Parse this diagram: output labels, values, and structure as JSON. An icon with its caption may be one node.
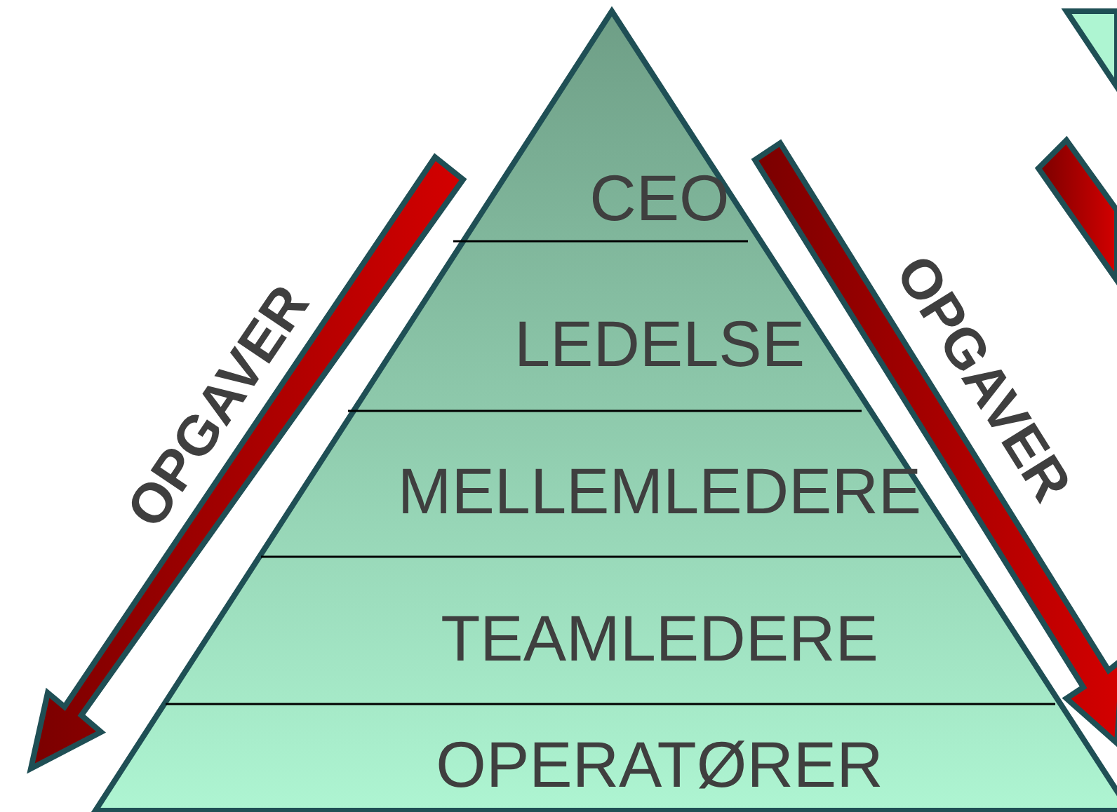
{
  "diagram": {
    "nodes": [
      {
        "text": [
          "CEO"
        ]
      },
      {
        "text": [
          "LEDELSE"
        ]
      },
      {
        "text": [
          "MELLEMLEDERE"
        ]
      },
      {
        "text": [
          "TEAMLEDERE"
        ]
      },
      {
        "text": [
          "OPERATØRER"
        ]
      }
    ],
    "labels": [
      "OPGAVER",
      "OPGAVER"
    ]
  }
}
